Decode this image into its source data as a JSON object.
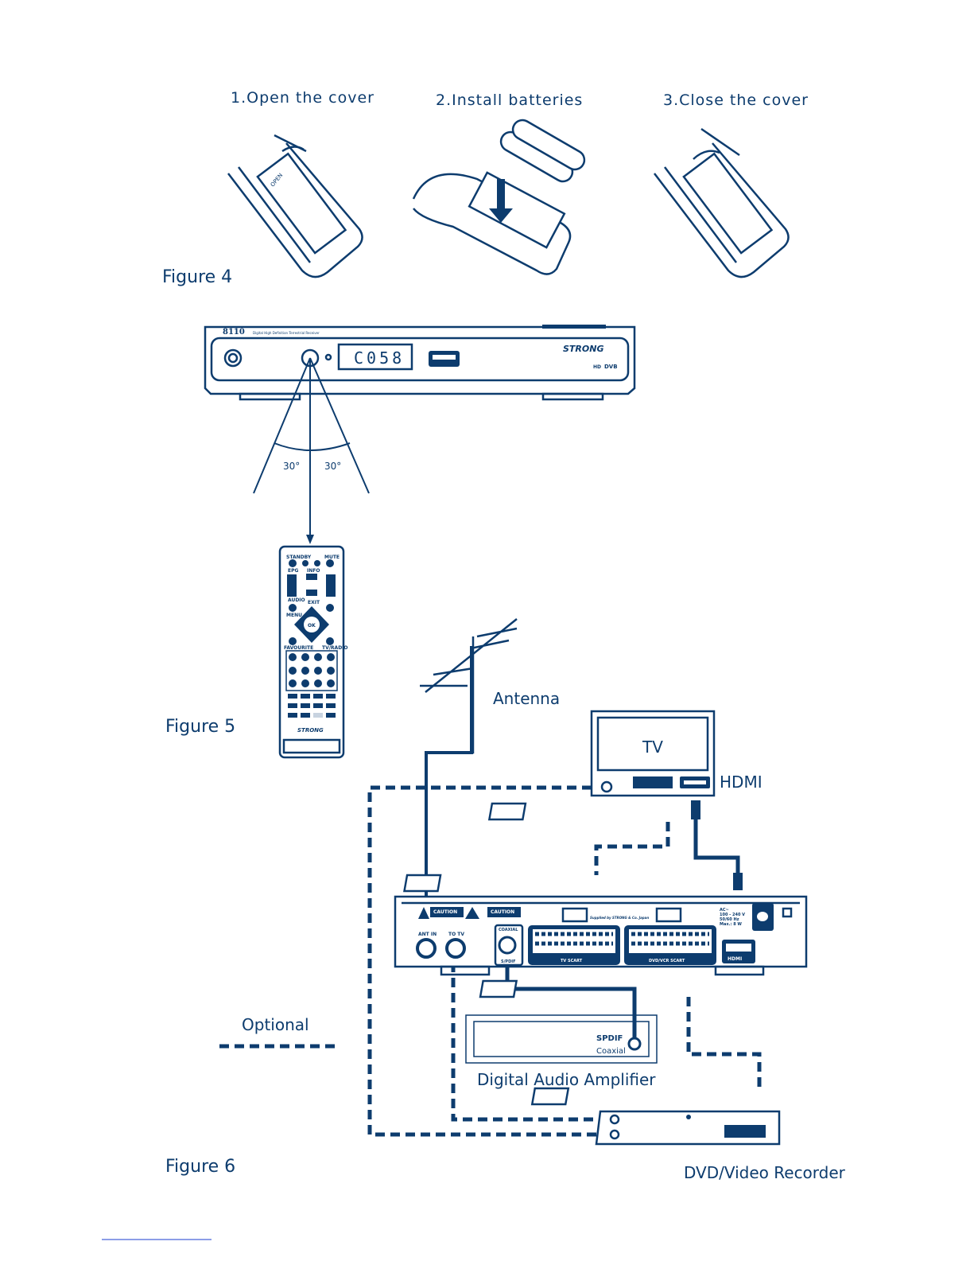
{
  "figure4": {
    "title": "Figure 4",
    "steps": [
      "1.Open the cover",
      "2.Install batteries",
      "3.Close the cover"
    ],
    "cover_label": "OPEN"
  },
  "figure5": {
    "title": "Figure 5",
    "receiver": {
      "model": "8110",
      "model_desc": "Digital High Definition Terrestrial Receiver",
      "display": "C058",
      "brand": "STRONG",
      "badges": [
        "HD",
        "DVB"
      ]
    },
    "angles": [
      "30°",
      "30°"
    ],
    "remote": {
      "brand": "STRONG",
      "buttons": [
        "STANDBY",
        "MUTE",
        "EPG",
        "INFO",
        "AUDIO",
        "EXIT",
        "MENU",
        "OK",
        "FAVOURITE",
        "TV/RADIO"
      ]
    }
  },
  "figure6": {
    "title": "Figure 6",
    "labels": {
      "antenna": "Antenna",
      "tv": "TV",
      "hdmi": "HDMI",
      "optional": "Optional",
      "amplifier": "Digital Audio Amplifier",
      "spdif": "SPDIF",
      "coaxial": "Coaxial",
      "recorder": "DVD/Video Recorder"
    },
    "rear_panel": {
      "caution1": "CAUTION",
      "caution2": "CAUTION",
      "ant_in": "ANT IN",
      "to_tv": "TO TV",
      "coaxial": "COAXIAL",
      "spdif": "S/PDIF",
      "tv_scart": "TV SCART",
      "dvd_scart": "DVD/VCR SCART",
      "hdmi": "HDMI",
      "supplied": "Supplied by STRONG & Co. Japan",
      "power": [
        "AC~",
        "100 - 240 V",
        "50/60 Hz",
        "Max.: 8 W"
      ]
    }
  }
}
